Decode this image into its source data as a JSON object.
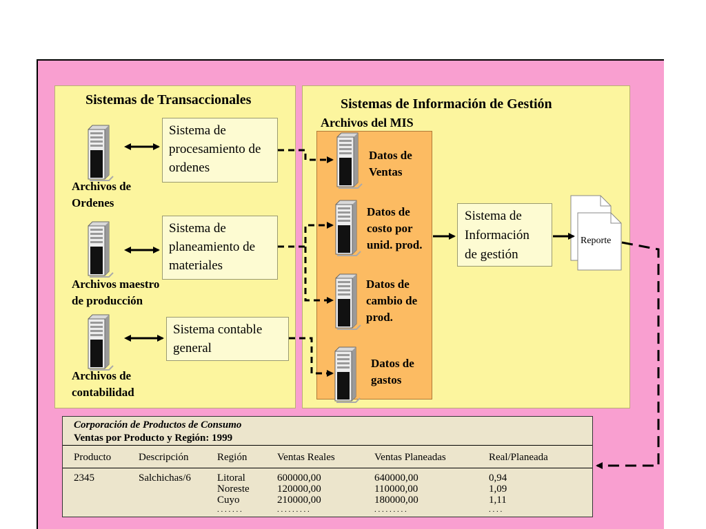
{
  "left_panel": {
    "title": "Sistemas de Transaccionales",
    "systems": [
      {
        "text": "Sistema de procesamiento de ordenes"
      },
      {
        "text": "Sistema de planeamiento de materiales"
      },
      {
        "text": "Sistema contable general"
      }
    ],
    "archives": [
      {
        "line1": "Archivos de",
        "line2": "Ordenes"
      },
      {
        "line1": "Archivos maestro",
        "line2": "de producción"
      },
      {
        "line1": "Archivos de",
        "line2": "contabilidad"
      }
    ]
  },
  "right_panel": {
    "title": "Sistemas de Información de Gestión",
    "mis_title": "Archivos del MIS",
    "data_files": [
      {
        "text": "Datos de Ventas"
      },
      {
        "text": "Datos de costo por unid. prod."
      },
      {
        "text": "Datos de cambio de prod."
      },
      {
        "text": "Datos de gastos"
      }
    ],
    "mis_system": "Sistema de Información de gestión",
    "report": "Reporte"
  },
  "report_table": {
    "company": "Corporación de Productos de  Consumo",
    "subtitle": "Ventas por Producto y Región: 1999",
    "headers": [
      "Producto",
      "Descripción",
      "Región",
      "Ventas Reales",
      "Ventas Planeadas",
      "Real/Planeada"
    ],
    "product": "2345",
    "description": "Salchichas/6",
    "rows": [
      {
        "region": "Litoral",
        "real": "600000,00",
        "planned": "640000,00",
        "ratio": "0,94"
      },
      {
        "region": "Noreste",
        "real": "120000,00",
        "planned": "110000,00",
        "ratio": "1,09"
      },
      {
        "region": "Cuyo",
        "real": "210000,00",
        "planned": "180000,00",
        "ratio": "1,11"
      }
    ],
    "dots": [
      ". . . . . . .",
      ". . . . . . . . .",
      ". . . . . . . . .",
      ". . . ."
    ]
  }
}
